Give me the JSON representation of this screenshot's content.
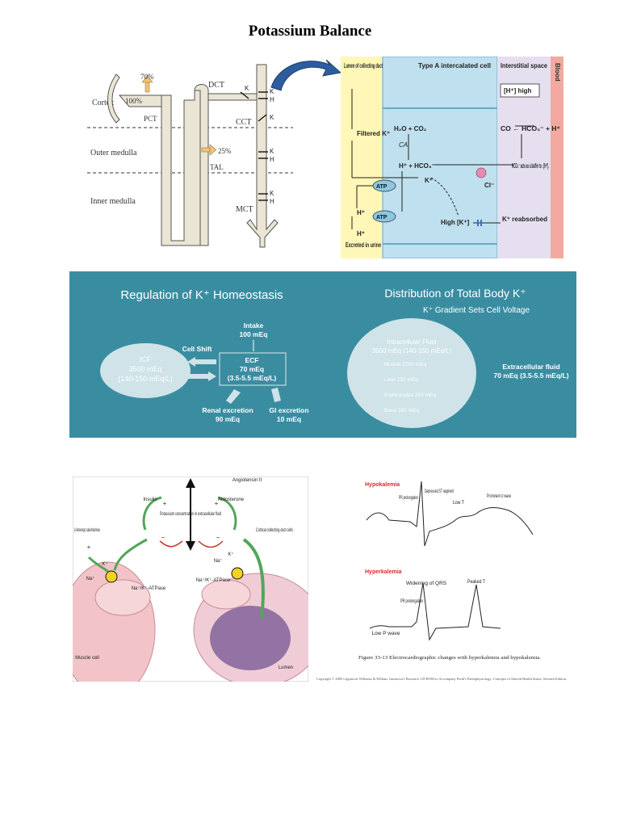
{
  "page": {
    "title": "Potassium Balance"
  },
  "nephron": {
    "pct70": "70%",
    "pct100": "100%",
    "pct25": "25%",
    "cortex": "Cortex",
    "outer_medulla": "Outer medulla",
    "inner_medulla": "Inner medulla",
    "pct": "PCT",
    "dct": "DCT",
    "cct": "CCT",
    "mct": "MCT",
    "tal": "TAL",
    "k": "K",
    "h": "H"
  },
  "cell": {
    "lumen": "Lumen of collecting duct",
    "type_a": "Type A intercalated cell",
    "interstitial": "Interstitial space",
    "blood": "Blood",
    "h_high": "[H⁺] high",
    "filtered_k": "Filtered K⁺",
    "h2o_co2": "H₂O + CO₂",
    "ca": "CA",
    "h_hco3": "H⁺ + HCO₃⁻",
    "co_hco3": "CO ← HCO₃⁻ + H⁺",
    "hco3_buffer": "HCO₃⁻ acts as a buffer to ↓[H⁺].",
    "cl": "Cl⁻",
    "atp": "ATP",
    "k_plus": "K⁺",
    "h_plus": "H⁺",
    "high_k": "High [K⁺]",
    "k_reabsorbed": "K⁺ reabsorbed",
    "excreted": "Excreted in urine"
  },
  "regulation": {
    "title": "Regulation of K⁺ Homeostasis",
    "intake": "Intake",
    "intake_val": "100 mEq",
    "cell_shift": "Cell Shift",
    "icf": "ICF",
    "icf_val": "3500 mEq",
    "icf_range": "(140-150 mEq/L)",
    "ecf": "ECF",
    "ecf_val": "70 mEq",
    "ecf_range": "(3.5-5.5 mEq/L)",
    "renal": "Renal excretion",
    "renal_val": "90 mEq",
    "gi": "GI excretion",
    "gi_val": "10 mEq"
  },
  "distribution": {
    "title": "Distribution of Total Body K⁺",
    "subtitle": "K⁺ Gradient Sets Cell Voltage",
    "icf_title": "Intracellular Fluid",
    "icf_val": "3500 mEq (140-150 mEq/L)",
    "muscle": "Muscle 2700 mEq",
    "liver": "Liver 250 mEq",
    "erythro": "Erythrocytes 250 mEq",
    "bone": "Bone 300 mEq",
    "ecf_title": "Extracellular fluid",
    "ecf_val": "70 mEq (3.5-5.5 mEq/L)"
  },
  "hormones": {
    "angiotensin": "Angiotensin II",
    "insulin": "Insulin",
    "aldosterone": "Aldosterone",
    "center": "Potassium concentration in extracellular fluid",
    "beta": "β-Adrenergic catecholamines",
    "cortical": "Cortical collecting-duct cells",
    "atpase1": "Na⁺/K⁺-ATPase",
    "atpase2": "Na⁺/K⁺-ATPase",
    "muscle": "Muscle cell",
    "lumen": "Lumen",
    "plus": "+",
    "minus": "−",
    "k_plus": "K⁺",
    "na_plus": "Na⁺"
  },
  "ecg": {
    "hypo": "Hypokalemia",
    "hyper": "Hyperkalemia",
    "pr_prolong": "PR prolongation",
    "depressed_st": "Depressed ST segment",
    "low_t": "Low T",
    "prominent_u": "Prominent U wave",
    "widening_qrs": "Widening of QRS",
    "peaked_t": "Peaked T",
    "pr_prolong2": "PR prolongation",
    "low_p": "Low P wave",
    "caption": "Figure 33-13 Electrocardiographic changes with hyperkalemia and hypokalemia.",
    "copyright": "Copyright © 2005 Lippincott Williams & Wilkins. Instructor's Resource CD-ROM to Accompany Porth's Pathophysiology: Concepts of Altered Health States, Seventh Edition."
  }
}
